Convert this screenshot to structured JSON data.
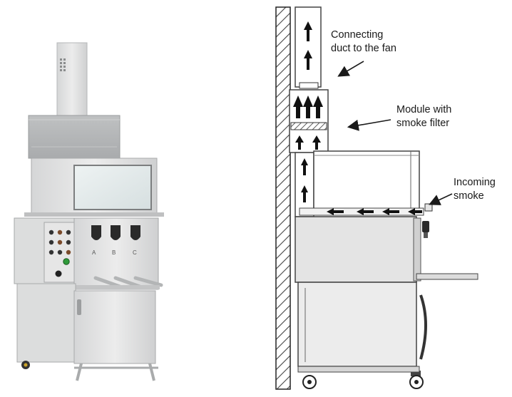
{
  "product_labels": {
    "outlet_a": "A",
    "outlet_b": "B",
    "outlet_c": "C"
  },
  "callouts": {
    "duct": "Connecting\nduct to the fan",
    "module": "Module with\nsmoke filter",
    "smoke": "Incoming\nsmoke"
  },
  "colors": {
    "steel_light": "#e2e3e3",
    "steel_mid": "#c9cacb",
    "steel_dark": "#9c9e9f",
    "line": "#3a3a3a",
    "glass": "#dfe8e8",
    "hatch": "#555555"
  }
}
